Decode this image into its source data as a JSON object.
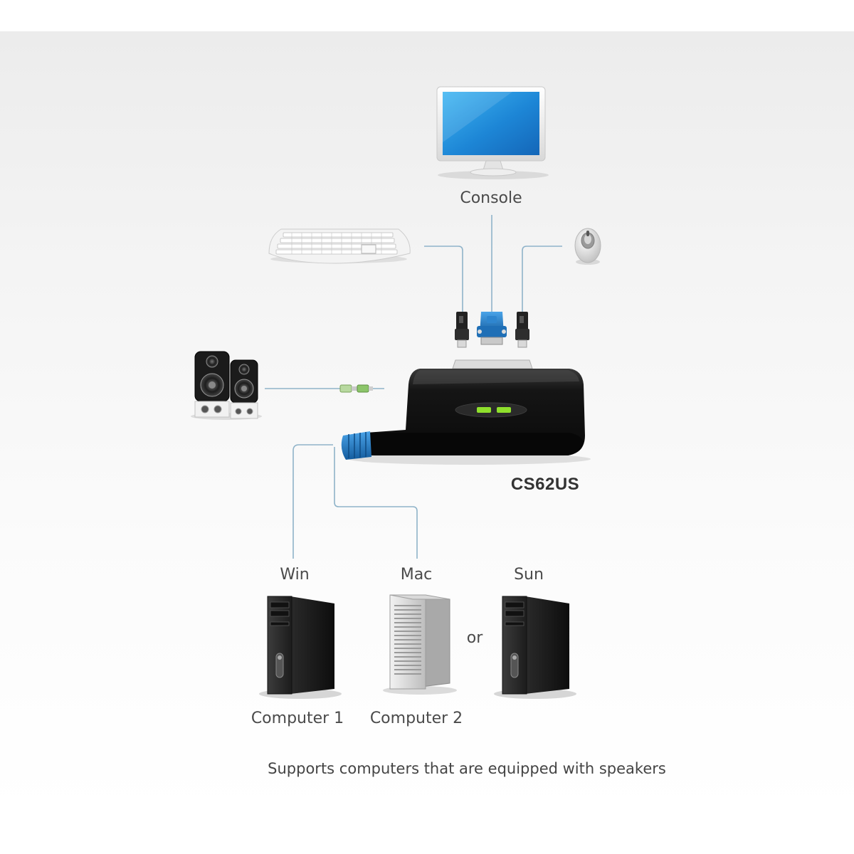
{
  "diagram": {
    "console_label": "Console",
    "model_label": "CS62US",
    "os": {
      "win": "Win",
      "mac": "Mac",
      "sun": "Sun"
    },
    "or_label": "or",
    "computer1_label": "Computer 1",
    "computer2_label": "Computer 2",
    "caption": "Supports computers that are equipped with speakers"
  },
  "colors": {
    "cable": "#8fb3c9",
    "accent_blue": "#1f6fb6",
    "led_green": "#8fe02c",
    "device_body": "#1e1e1e"
  },
  "icons": [
    "monitor-icon",
    "keyboard-icon",
    "mouse-icon",
    "speakers-icon",
    "kvm-switch-icon",
    "tower-pc-icon",
    "mac-pro-icon",
    "usb-connector-icon",
    "vga-connector-icon",
    "audio-jack-icon"
  ]
}
